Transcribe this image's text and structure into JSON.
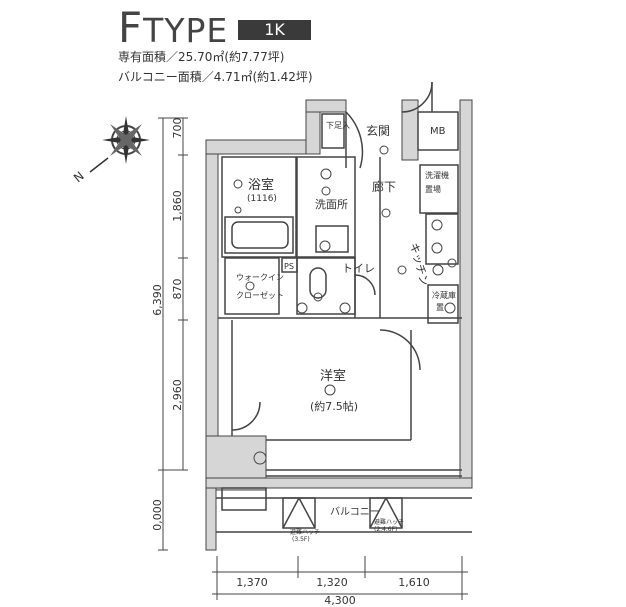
{
  "header": {
    "type_prefix": "F",
    "type_rest": "TYPE",
    "badge": "1K"
  },
  "area": {
    "exclusive": "専有面積／25.70㎡(約7.77坪)",
    "balcony": "バルコニー面積／4.71㎡(約1.42坪)"
  },
  "dims_left": [
    "700",
    "1,860",
    "870",
    "2,960",
    "6,390",
    "0,000"
  ],
  "dims_bottom": [
    "1,370",
    "1,320",
    "1,610",
    "4,300"
  ],
  "rooms": {
    "bath": "浴室",
    "bath_size": "(1116)",
    "washroom": "洗面所",
    "toilet": "トイレ",
    "closet_1": "ウォークイン",
    "closet_2": "クローゼット",
    "main": "洋室",
    "main_size": "(約7.5帖)",
    "hall": "廊下",
    "entrance": "玄関",
    "kitchen": "キッチン",
    "mb": "MB",
    "balcony": "バルコニー",
    "shoes": "下足入",
    "ps": "PS",
    "fridge_1": "冷蔵庫",
    "fridge_2": "置",
    "washer_1": "洗濯機",
    "washer_2": "置場",
    "hatch_1": "避難ハッチ",
    "hatch_1b": "(3.5F)",
    "hatch_2": "避難ハッチ",
    "hatch_2b": "(2.4.6F)"
  },
  "compass": {
    "north": "N"
  }
}
